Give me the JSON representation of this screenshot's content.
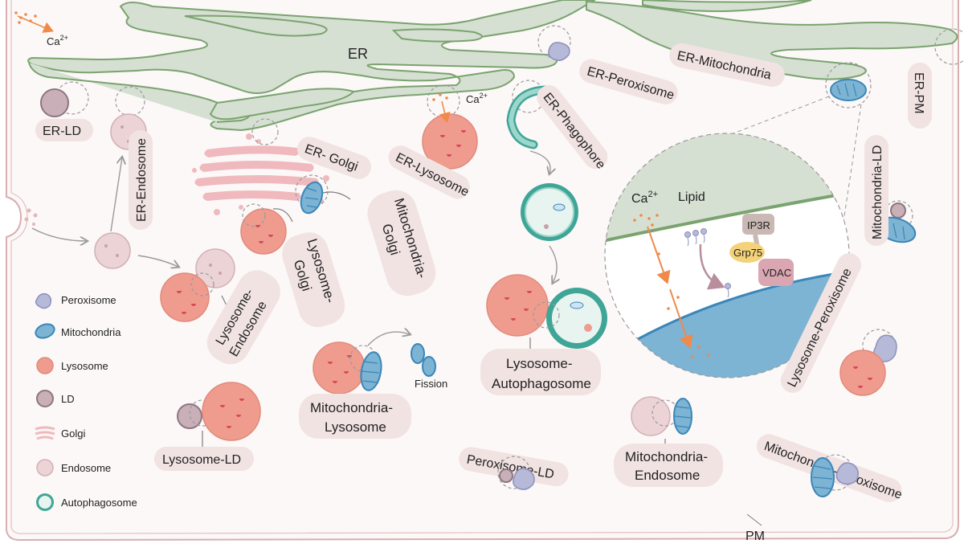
{
  "labels": {
    "er": "ER",
    "er_ld": "ER-LD",
    "er_endosome": "ER-Endosome",
    "er_golgi": "ER- Golgi",
    "er_lysosome": "ER-Lysosome",
    "er_phagophore": "ER-Phagophore",
    "er_peroxisome": "ER-Peroxisome",
    "er_mitochondria": "ER-Mitochondria",
    "er_pm": "ER-PM",
    "mitochondria_ld": "Mitochondria-LD",
    "mitochondria_golgi_1": "Mitochondria-",
    "mitochondria_golgi_2": "Golgi",
    "lysosome_golgi_1": "Lysosome-",
    "lysosome_golgi_2": "Golgi",
    "lysosome_endosome_1": "Lysosome-",
    "lysosome_endosome_2": "Endosome",
    "lysosome_ld": "Lysosome-LD",
    "mitochondria_lysosome_1": "Mitochondria-",
    "mitochondria_lysosome_2": "Lysosome",
    "fission": "Fission",
    "lysosome_autophagosome_1": "Lysosome-",
    "lysosome_autophagosome_2": "Autophagosome",
    "peroxisome_ld": "Peroxisome-LD",
    "mitochondria_endosome_1": "Mitochondria-",
    "mitochondria_endosome_2": "Endosome",
    "lysosome_peroxisome": "Lysosome-Peroxisome",
    "mitochondria_peroxisome": "Mitochondria-Peroxisome",
    "pm": "PM",
    "ca_small_1": "Ca",
    "ca_small_1_sup": "2+",
    "ca_small_2": "Ca",
    "ca_small_2_sup": "2+",
    "zoom_ca": "Ca",
    "zoom_ca_sup": "2+",
    "zoom_lipid": "Lipid",
    "ip3r": "IP3R",
    "grp75": "Grp75",
    "vdac": "VDAC"
  },
  "legend": [
    {
      "label": "Peroxisome",
      "icon": "peroxisome-icon"
    },
    {
      "label": "Mitochondria",
      "icon": "mitochondria-icon"
    },
    {
      "label": "Lysosome",
      "icon": "lysosome-icon"
    },
    {
      "label": "LD",
      "icon": "ld-icon"
    },
    {
      "label": "Golgi",
      "icon": "golgi-icon"
    },
    {
      "label": "Endosome",
      "icon": "endosome-icon"
    },
    {
      "label": "Autophagosome",
      "icon": "autophagosome-icon"
    }
  ],
  "colors": {
    "er_fill": "#d6e0d2",
    "er_stroke": "#7aa36f",
    "lysosome": "#ef9c8e",
    "endosome": "#ecd3d6",
    "mitochondria": "#7db3d3",
    "mitochondria_stroke": "#3a86b8",
    "autophagosome_ring": "#3fa597",
    "ld": "#c9b0b8",
    "peroxisome": "#b7b9d9",
    "golgi": "#f0b9bd",
    "label_pill": "#f1e3e2",
    "calcium_arrow": "#f08a4b",
    "membrane": "#d8aeb0"
  }
}
